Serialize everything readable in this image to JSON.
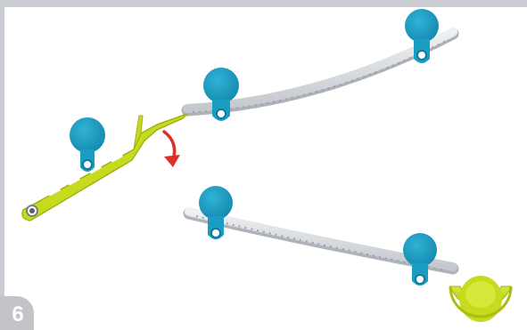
{
  "step": {
    "number": "6"
  },
  "colors": {
    "background": "#c9ccd1",
    "panel": "#ffffff",
    "track": "#d9dce0",
    "track_ridge": "#bfc3c8",
    "stand": "#1a9dc2",
    "stand_dark": "#127a98",
    "launcher": "#c6da1e",
    "launcher_dark": "#9fb315",
    "arrow": "#d9322a",
    "badge": "#c2c4c8"
  },
  "scene": {
    "parts": [
      "launcher-lever",
      "upper-track-rail",
      "lower-track-rail",
      "catch-cup"
    ],
    "action_hint": "rotate-down-arrow"
  }
}
